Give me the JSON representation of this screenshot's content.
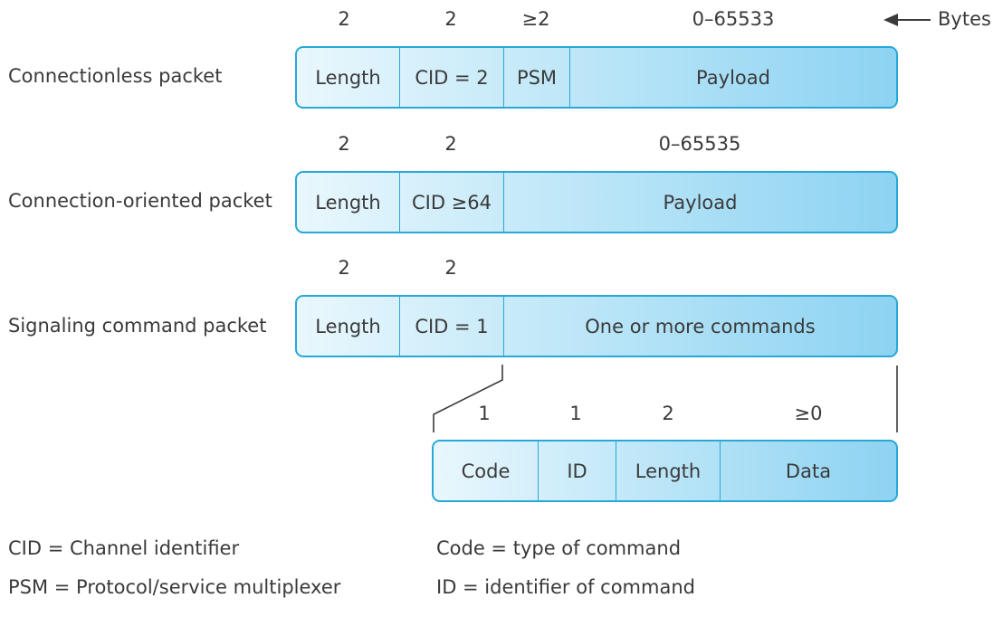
{
  "bytes_label": "Bytes",
  "packets": [
    {
      "label": "Connectionless packet",
      "sizes": [
        "2",
        "2",
        "≥2",
        "0–65533"
      ],
      "fields": [
        "Length",
        "CID = 2",
        "PSM",
        "Payload"
      ]
    },
    {
      "label": "Connection-oriented packet",
      "sizes": [
        "2",
        "2",
        "0–65535"
      ],
      "fields": [
        "Length",
        "CID ≥64",
        "Payload"
      ]
    },
    {
      "label": "Signaling command packet",
      "sizes": [
        "2",
        "2"
      ],
      "fields": [
        "Length",
        "CID = 1",
        "One or more commands"
      ]
    }
  ],
  "command": {
    "sizes": [
      "1",
      "1",
      "2",
      "≥0"
    ],
    "fields": [
      "Code",
      "ID",
      "Length",
      "Data"
    ]
  },
  "legend": {
    "cid": "CID = Channel identifier",
    "psm": "PSM = Protocol/service multiplexer",
    "code": "Code = type of command",
    "id": "ID = identifier of command"
  }
}
